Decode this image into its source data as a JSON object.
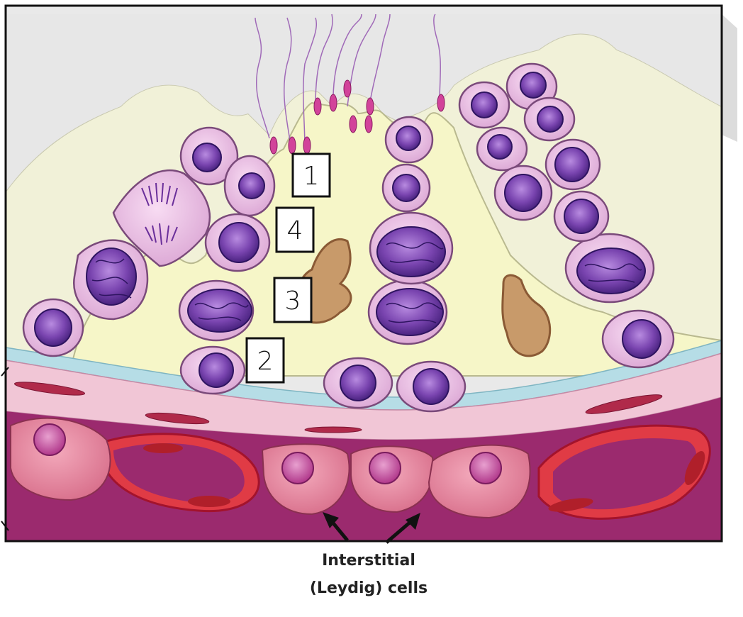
{
  "diagram": {
    "label_boxes": [
      {
        "text": "1"
      },
      {
        "text": "4"
      },
      {
        "text": "3"
      },
      {
        "text": "2"
      }
    ],
    "caption": {
      "line1": "Interstitial",
      "line2": "(Leydig) cells"
    }
  },
  "colors": {
    "lumen": "#f7f7cf",
    "background_top": "#ececec",
    "cell_fill": "#efc3e6",
    "cell_stroke": "#7a4a7a",
    "nucleus_fill": "#7a45b0",
    "nucleus_dark": "#3b1b70",
    "basement_membrane": "#b6dde6",
    "interstitium": "#9b2a6e",
    "interstitial_cell": "#e6889f",
    "vessel": "#e03b45",
    "residual_body": "#c89a6a",
    "spermatozoa": "#d2439a"
  }
}
